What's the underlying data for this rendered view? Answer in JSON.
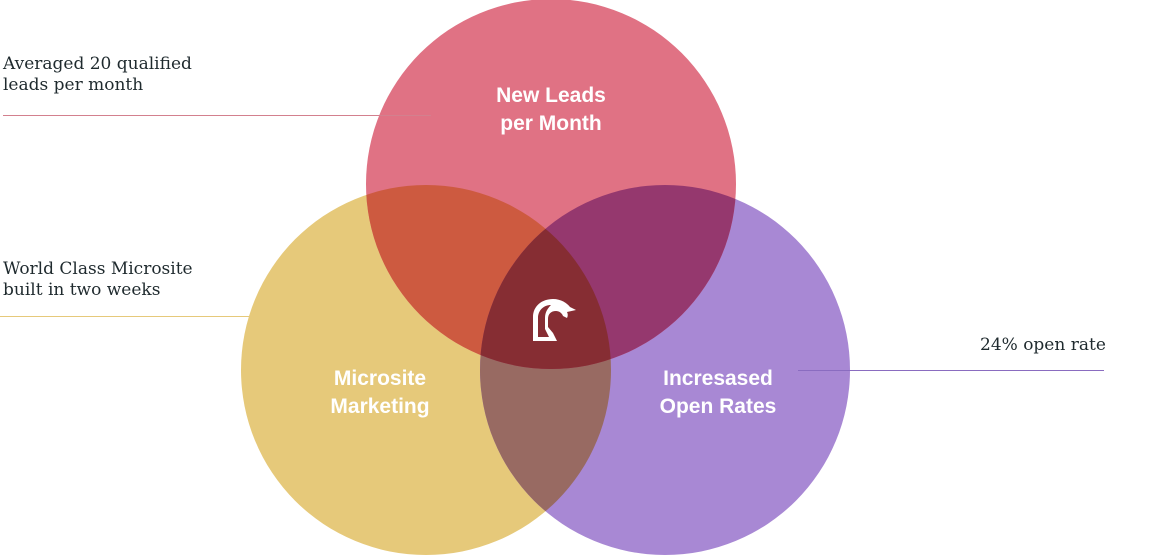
{
  "colors": {
    "leads_circle": "#e07284",
    "microsite_circle": "#e6c97a",
    "open_rates_circle": "#a888d4",
    "overlap_leads_microsite": "#cd5a40",
    "overlap_leads_open": "#95386e",
    "overlap_microsite_open": "#986a62",
    "overlap_center": "#862d33",
    "leads_rule": "#d3808e",
    "microsite_rule": "#e6c97a",
    "open_rule": "#8a6cc0",
    "callout_text": "#1f2a2e",
    "label_text": "#ffffff"
  },
  "circles": {
    "leads": {
      "label_line1": "New Leads",
      "label_line2": "per Month"
    },
    "microsite": {
      "label_line1": "Microsite",
      "label_line2": "Marketing"
    },
    "open_rates": {
      "label_line1": "Incresased",
      "label_line2": "Open Rates"
    }
  },
  "callouts": {
    "leads": {
      "line1": "Averaged 20 qualified",
      "line2": "leads per month"
    },
    "microsite": {
      "line1": "World Class Microsite",
      "line2": "built in two weeks"
    },
    "open_rates": {
      "line1": "24% open rate"
    }
  },
  "center_icon": "knight-chess-piece-logo-icon"
}
